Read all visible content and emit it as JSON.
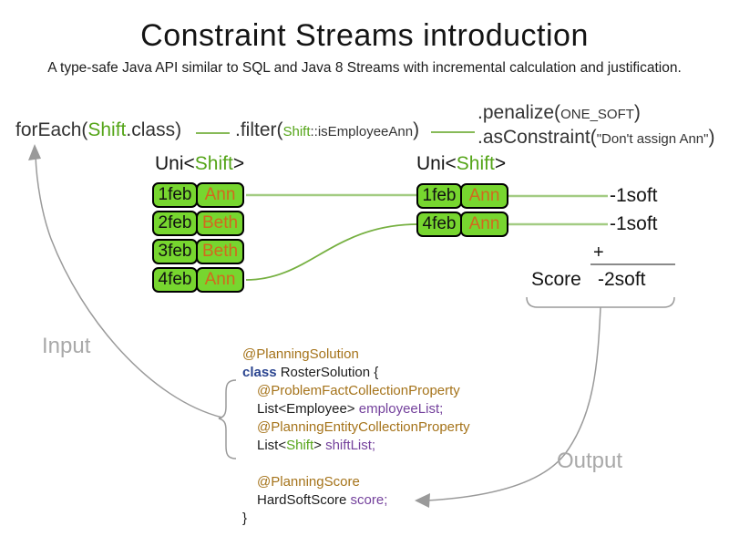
{
  "title": "Constraint Streams introduction",
  "subtitle": "A type-safe Java API similar to SQL and Java 8 Streams with incremental calculation and justification.",
  "pipeline": {
    "foreach_pre": "forEach(",
    "foreach_class": "Shift",
    "foreach_post": ".class)",
    "filter_pre": ".filter(",
    "filter_arg_class": "Shift",
    "filter_arg_method": "::isEmployeeAnn",
    "filter_post": ")",
    "penalize_pre": ".penalize(",
    "penalize_arg": "ONE_SOFT",
    "penalize_post": ")",
    "asconstraint_pre": ".asConstraint(",
    "asconstraint_arg": "\"Don't assign Ann\"",
    "asconstraint_post": ")"
  },
  "tables": {
    "input": {
      "type_pre": "Uni<",
      "type_class": "Shift",
      "type_post": ">",
      "rows": [
        {
          "date": "1feb",
          "name": "Ann"
        },
        {
          "date": "2feb",
          "name": "Beth"
        },
        {
          "date": "3feb",
          "name": "Beth"
        },
        {
          "date": "4feb",
          "name": "Ann"
        }
      ]
    },
    "filtered": {
      "type_pre": "Uni<",
      "type_class": "Shift",
      "type_post": ">",
      "rows": [
        {
          "date": "1feb",
          "name": "Ann"
        },
        {
          "date": "4feb",
          "name": "Ann"
        }
      ]
    }
  },
  "score_panel": {
    "penalties": [
      "-1soft",
      "-1soft"
    ],
    "plus_sign": "+",
    "score_label": "Score",
    "total": "-2soft"
  },
  "flow_labels": {
    "input": "Input",
    "output": "Output"
  },
  "code": {
    "lines": [
      {
        "indent": 0,
        "tokens": [
          {
            "t": "@PlanningSolution",
            "s": "annotation"
          }
        ]
      },
      {
        "indent": 0,
        "tokens": [
          {
            "t": "class ",
            "s": "keyword"
          },
          {
            "t": "RosterSolution {",
            "s": "plain"
          }
        ]
      },
      {
        "indent": 1,
        "tokens": [
          {
            "t": "@ProblemFactCollectionProperty",
            "s": "annotation"
          }
        ]
      },
      {
        "indent": 1,
        "tokens": [
          {
            "t": "List<Employee> ",
            "s": "plain"
          },
          {
            "t": "employeeList;",
            "s": "field"
          }
        ]
      },
      {
        "indent": 1,
        "tokens": [
          {
            "t": "@PlanningEntityCollectionProperty",
            "s": "annotation"
          }
        ]
      },
      {
        "indent": 1,
        "tokens": [
          {
            "t": "List<",
            "s": "plain"
          },
          {
            "t": "Shift",
            "s": "type"
          },
          {
            "t": "> ",
            "s": "plain"
          },
          {
            "t": "shiftList;",
            "s": "field"
          }
        ]
      },
      {
        "indent": 0,
        "tokens": []
      },
      {
        "indent": 1,
        "tokens": [
          {
            "t": "@PlanningScore",
            "s": "annotation"
          }
        ]
      },
      {
        "indent": 1,
        "tokens": [
          {
            "t": "HardSoftScore ",
            "s": "plain"
          },
          {
            "t": "score;",
            "s": "field"
          }
        ]
      },
      {
        "indent": 0,
        "tokens": [
          {
            "t": "}",
            "s": "plain"
          }
        ]
      }
    ]
  },
  "colors": {
    "green_type": "#55a519",
    "cell_fill": "#77d62f",
    "cell_name_text": "#d2691e",
    "annotation": "#a5731a",
    "keyword": "#2b4590",
    "field": "#74419c",
    "line_green": "#76b041",
    "line_green_light": "#a3cc83",
    "arrow_gray": "#9a9a9a"
  }
}
